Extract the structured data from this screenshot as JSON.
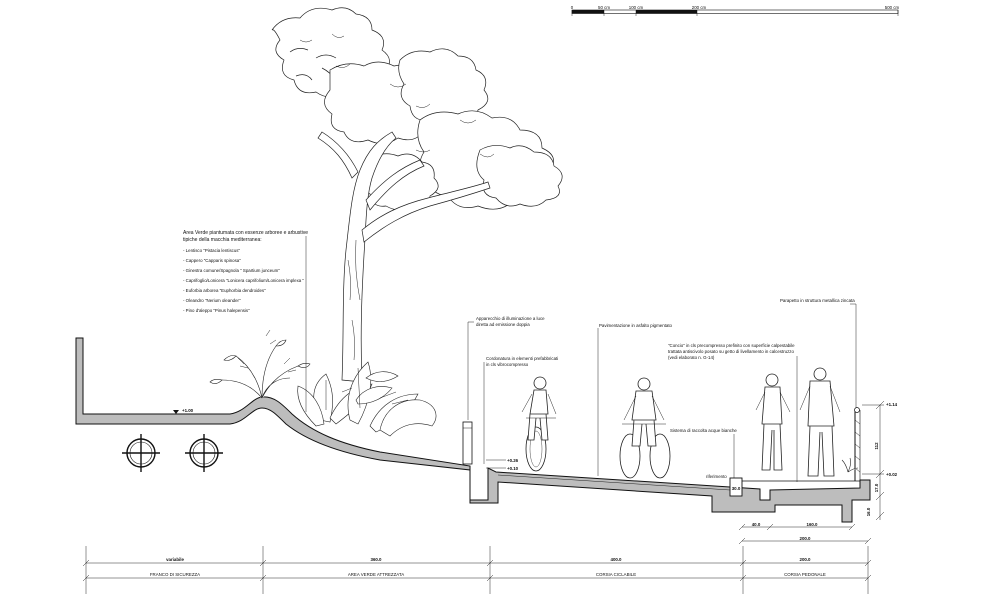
{
  "scale_bar": {
    "ticks": [
      "0",
      "50 cm",
      "100 cm",
      "200 cm",
      "500 cm"
    ]
  },
  "vegetation_note": {
    "heading_line1": "Area Verde piantumata  con  essenze  arboree  e  arbustive",
    "heading_line2": "tipiche della macchia  mediterranea:",
    "species": [
      "- Lentisco \"Pistacia lentiscus\"",
      "- Cappero \"Capparis spinosa\"",
      "- Ginestra comune/Spagnola \" Spartium junceum\"",
      "- Caprifoglio/Lonicera \"Lonicera caprifolium/Lonicera implexa \"",
      "- Euforbia arborea \"Euphorbia dendroides\"",
      "- Oleandro \"Nerium oleander\"",
      "- Pino d'aleppo \"Pinus halepensis\""
    ]
  },
  "annotations": {
    "lighting": [
      "Apparecchio di illuminazione a luce",
      "diretta ad emissione doppia"
    ],
    "curb": [
      "Cordonatura in elementi prefabbricati",
      "in cls vibrocompresso"
    ],
    "paving": "Pavimentazione in asfalto pigmentato",
    "concio": [
      "\"Concio\"  in cls precompresso prefinito con superficie calpestabile",
      "trattata antiscivolo  posato su getto di livellamento in calcestruzzo",
      "(vedi elaborato n. G-14)"
    ],
    "parapet": "Parapetto in struttura metallica zincata",
    "drainage": "Sistema di raccolta acque bianche",
    "reference": "riferimento"
  },
  "levels": {
    "green_area": "+1.00",
    "curb_top": "+0.26",
    "curb_bottom": "+0.10",
    "parapet_top": "+1.14",
    "walkway": "+0.02"
  },
  "dimensions": {
    "parapet_height": "112",
    "slab_thickness": "17.0",
    "beam_depth": "16.0",
    "drain_width": "30.0",
    "width_40": "40.0",
    "width_160": "160.0",
    "width_200_upper": "200.0",
    "bottom_values": [
      "variabile",
      "360.0",
      "400.0",
      "200.0"
    ]
  },
  "zones": [
    "FRANCO DI SICUREZZA",
    "AREA VERDE ATTREZZATA",
    "CORSIA CICLABILE",
    "CORSIA PEDONALE"
  ]
}
